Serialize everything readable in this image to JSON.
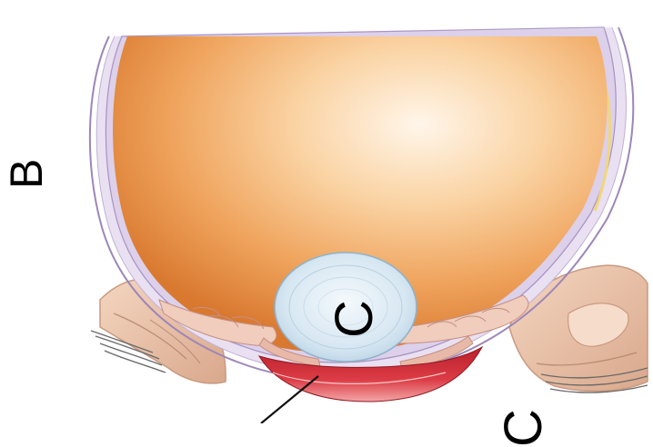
{
  "labels": {
    "b": "B",
    "c": "C",
    "partial": "C"
  },
  "colors": {
    "globe_outer": "#c9b8dc",
    "globe_inner": "#e7def0",
    "fundus_light": "#fff3e4",
    "fundus_mid": "#f3b06a",
    "fundus_dark": "#d9782f",
    "lens": "#dbe9f3",
    "hyphema_red": "#d6353f",
    "tissue_pink": "#ecc4b4",
    "eyelid_skin": "#f0cbb1",
    "lash_gray": "#6b6b6b"
  }
}
